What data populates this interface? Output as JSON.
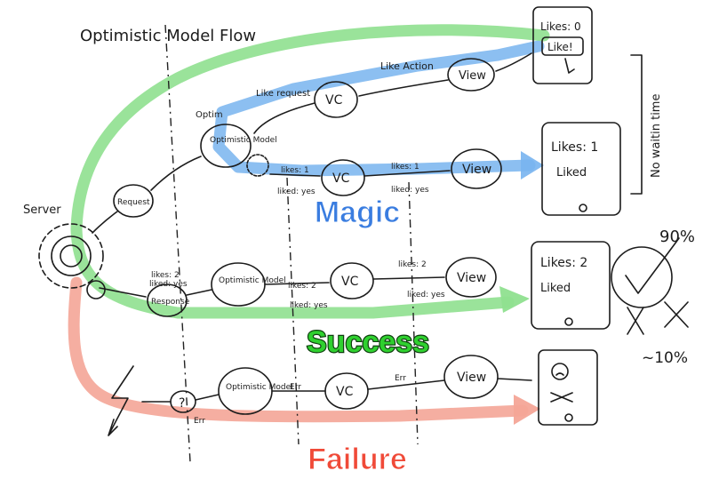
{
  "title": "Optimistic Model Flow",
  "server_label": "Server",
  "side_note": "No waitin time",
  "colors": {
    "magic": "#3a7de0",
    "success": "#3bd43b",
    "failure": "#f36a5a",
    "magic_path": "#78b4ef",
    "success_path": "#8fe08f",
    "failure_path": "#f4a597"
  },
  "magic": {
    "label": "Magic",
    "phone_top": {
      "likes": "Likes: 0",
      "button": "Like!"
    },
    "like_action": "Like Action",
    "like_request": "Like request",
    "optim": "Optim",
    "view_top": "View",
    "vc_top": "VC",
    "optimistic_model_1": "Optimistic Model",
    "request": "Request",
    "likes_1a": "likes: 1",
    "liked_yes_1a": "liked: yes",
    "likes_1b": "likes: 1",
    "liked_yes_1b": "liked: yes",
    "vc_mid": "VC",
    "view_mid": "View",
    "phone_mid": {
      "likes": "Likes: 1",
      "liked": "Liked"
    }
  },
  "success": {
    "label": "Success",
    "response": "Response",
    "likes_2a": "likes: 2",
    "liked_yes_2a": "liked: yes",
    "optimistic_model": "Optimistic Model",
    "likes_2b": "likes: 2",
    "liked_yes_2b": "liked: yes",
    "vc": "VC",
    "likes_2c": "likes: 2",
    "liked_yes_2c": "liked: yes",
    "view": "View",
    "phone": {
      "likes": "Likes: 2",
      "liked": "Liked"
    },
    "pct": "90%"
  },
  "failure": {
    "label": "Failure",
    "question": "?",
    "err_1": "Err",
    "optimistic_model": "Optimistic Model",
    "err_2": "Err",
    "vc": "VC",
    "err_3": "Err",
    "view": "View",
    "pct": "~10%"
  }
}
